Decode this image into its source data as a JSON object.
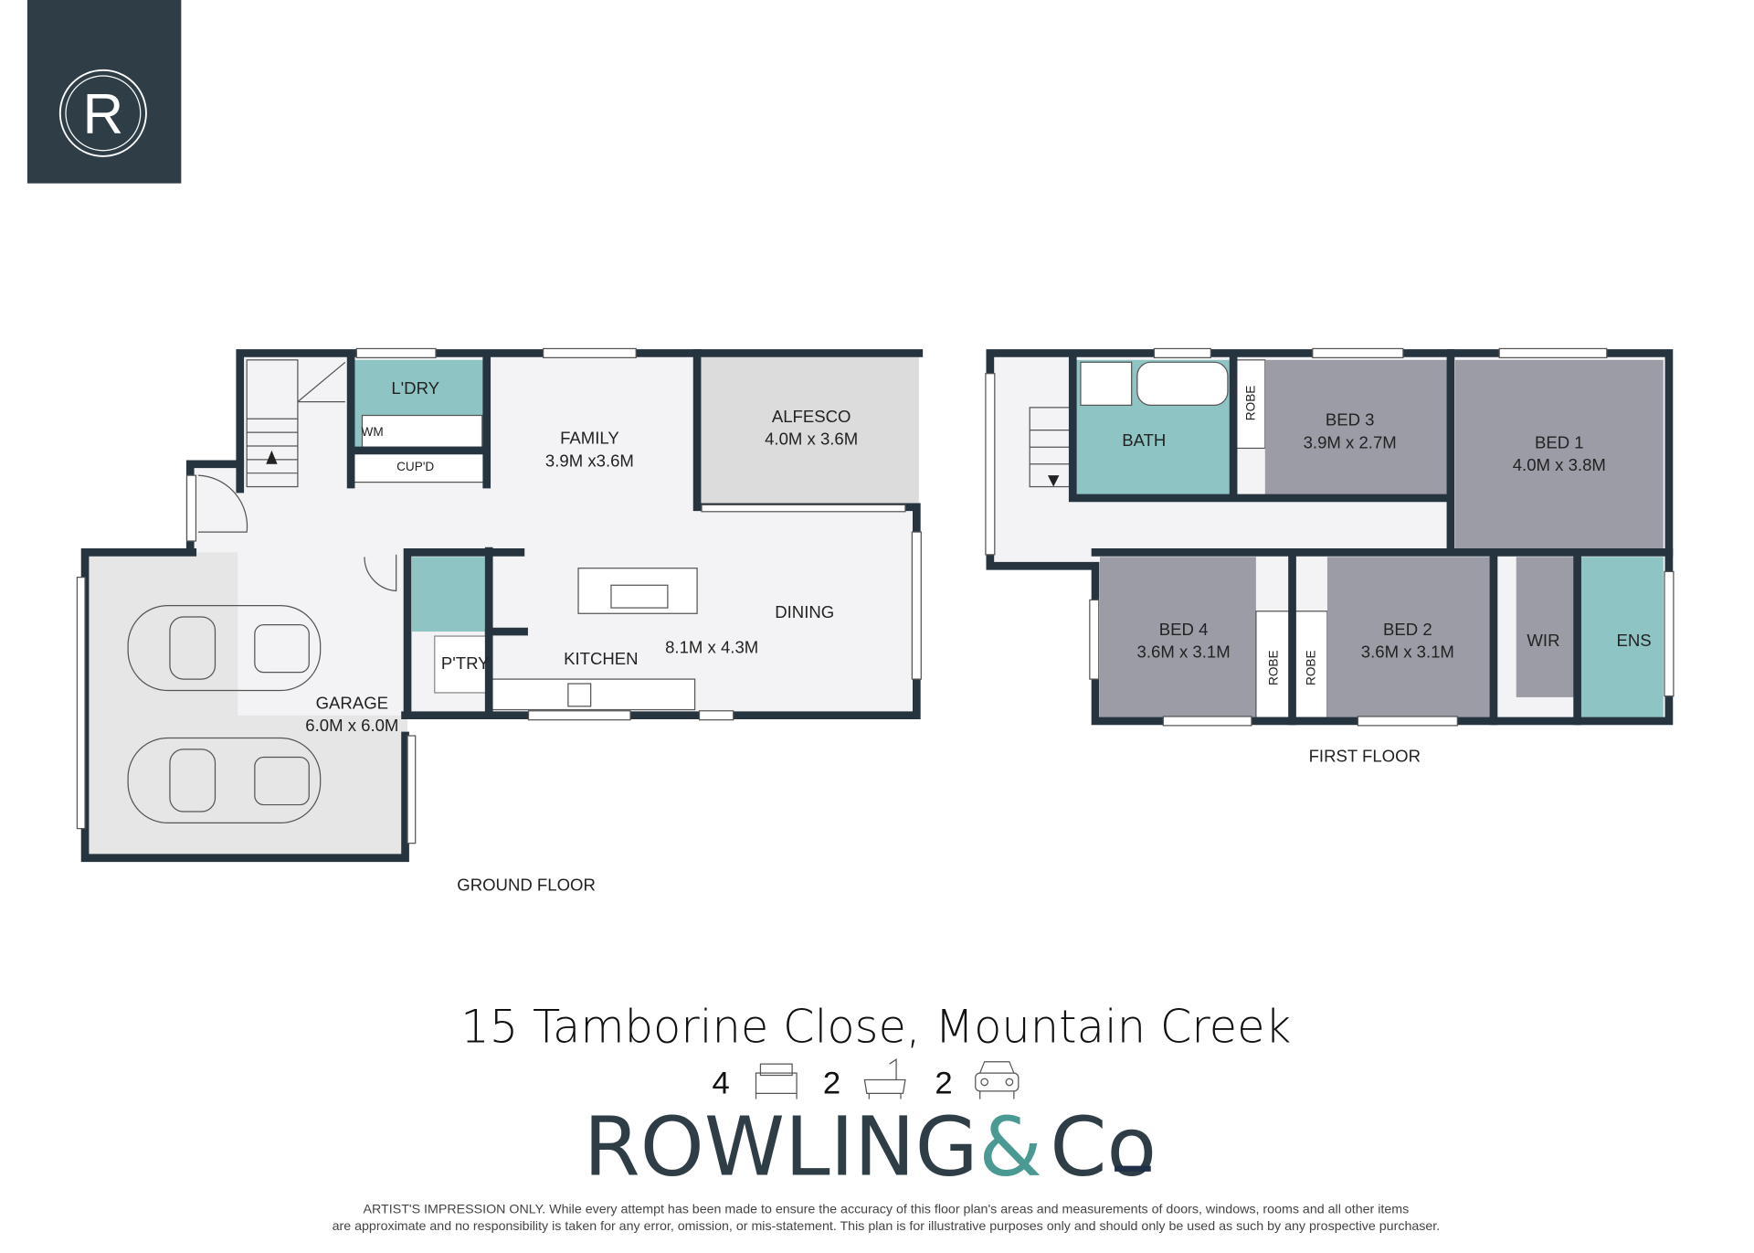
{
  "logo": {
    "letter": "R"
  },
  "ground_floor": {
    "title": "GROUND FLOOR",
    "rooms": {
      "laundry": "L'DRY",
      "wm": "WM",
      "cupboard": "CUP'D",
      "family": "FAMILY",
      "family_size": "3.9M x3.6M",
      "alfresco": "ALFESCO",
      "alfresco_size": "4.0M x 3.6M",
      "dining": "DINING",
      "kitchen": "KITCHEN",
      "kitchen_dining_size": "8.1M x 4.3M",
      "pantry": "P'TRY",
      "garage": "GARAGE",
      "garage_size": "6.0M x 6.0M"
    }
  },
  "first_floor": {
    "title": "FIRST FLOOR",
    "rooms": {
      "bath": "BATH",
      "robe": "ROBE",
      "bed3": "BED 3",
      "bed3_size": "3.9M x 2.7M",
      "bed1": "BED 1",
      "bed1_size": "4.0M x 3.8M",
      "bed4": "BED 4",
      "bed4_size": "3.6M x 3.1M",
      "bed2": "BED 2",
      "bed2_size": "3.6M x 3.1M",
      "wir": "WIR",
      "ens": "ENS"
    }
  },
  "address": "15 Tamborine Close, Mountain Creek",
  "features": {
    "beds": "4",
    "baths": "2",
    "cars": "2"
  },
  "brand": {
    "name": "ROWLING",
    "amp": "&",
    "co": "Co",
    "dark": "#2f3e46",
    "teal": "#4a9a93"
  },
  "disclaimer": {
    "line1": "ARTIST'S IMPRESSION ONLY. While every attempt has been made to ensure the accuracy of this floor plan's areas and measurements of doors, windows, rooms and all other items",
    "line2": "are approximate and no responsibility is taken for any error, omission, or mis-statement. This plan is for illustrative purposes only and should only be used as such by any prospective purchaser."
  }
}
